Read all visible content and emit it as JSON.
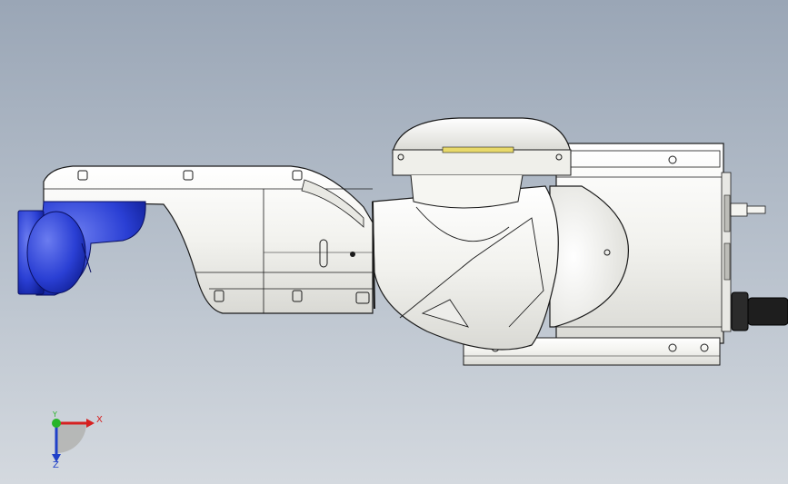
{
  "viewport": {
    "background_top": "#9aa6b6",
    "background_bottom": "#d4d9df"
  },
  "model": {
    "body_color": "#f2f2f0",
    "outline_color": "#1a1a1a",
    "flange_color": "#2a3fd4",
    "cable_color": "#202020",
    "window_color": "#e8d96a"
  },
  "triad": {
    "x_label": "X",
    "y_label": "Y",
    "z_label": "Z",
    "x_color": "#d62020",
    "y_color": "#28b428",
    "z_color": "#2040c8"
  }
}
